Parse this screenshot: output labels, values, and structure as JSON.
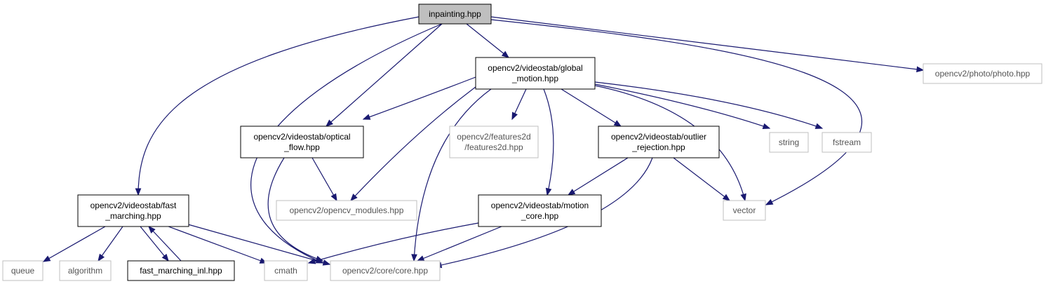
{
  "style": {
    "edge_color": "#191970",
    "root_fill": "#bfbfbf",
    "ext_border": "#bfbfbf",
    "doc_border": "#000000"
  },
  "nodes": [
    {
      "id": "root",
      "kind": "root",
      "lines": [
        "inpainting.hpp"
      ]
    },
    {
      "id": "global",
      "kind": "doc",
      "lines": [
        "opencv2/videostab/global",
        "_motion.hpp"
      ]
    },
    {
      "id": "photo",
      "kind": "ext",
      "lines": [
        "opencv2/photo/photo.hpp"
      ]
    },
    {
      "id": "optical",
      "kind": "doc",
      "lines": [
        "opencv2/videostab/optical",
        "_flow.hpp"
      ]
    },
    {
      "id": "features",
      "kind": "ext",
      "lines": [
        "opencv2/features2d",
        "/features2d.hpp"
      ]
    },
    {
      "id": "outlier",
      "kind": "doc",
      "lines": [
        "opencv2/videostab/outlier",
        "_rejection.hpp"
      ]
    },
    {
      "id": "string",
      "kind": "ext",
      "lines": [
        "string"
      ]
    },
    {
      "id": "fstream",
      "kind": "ext",
      "lines": [
        "fstream"
      ]
    },
    {
      "id": "fast",
      "kind": "doc",
      "lines": [
        "opencv2/videostab/fast",
        "_marching.hpp"
      ]
    },
    {
      "id": "modules",
      "kind": "ext",
      "lines": [
        "opencv2/opencv_modules.hpp"
      ]
    },
    {
      "id": "motioncore",
      "kind": "doc",
      "lines": [
        "opencv2/videostab/motion",
        "_core.hpp"
      ]
    },
    {
      "id": "vector",
      "kind": "ext",
      "lines": [
        "vector"
      ]
    },
    {
      "id": "queue",
      "kind": "ext",
      "lines": [
        "queue"
      ]
    },
    {
      "id": "algorithm",
      "kind": "ext",
      "lines": [
        "algorithm"
      ]
    },
    {
      "id": "fastinl",
      "kind": "doc",
      "lines": [
        "fast_marching_inl.hpp"
      ]
    },
    {
      "id": "cmath",
      "kind": "ext",
      "lines": [
        "cmath"
      ]
    },
    {
      "id": "core",
      "kind": "ext",
      "lines": [
        "opencv2/core/core.hpp"
      ]
    }
  ],
  "edges": [
    {
      "from": "root",
      "to": "global"
    },
    {
      "from": "root",
      "to": "photo"
    },
    {
      "from": "root",
      "to": "optical"
    },
    {
      "from": "root",
      "to": "fast"
    },
    {
      "from": "root",
      "to": "core"
    },
    {
      "from": "root",
      "to": "vector"
    },
    {
      "from": "global",
      "to": "optical"
    },
    {
      "from": "global",
      "to": "features"
    },
    {
      "from": "global",
      "to": "outlier"
    },
    {
      "from": "global",
      "to": "string"
    },
    {
      "from": "global",
      "to": "fstream"
    },
    {
      "from": "global",
      "to": "modules"
    },
    {
      "from": "global",
      "to": "motioncore"
    },
    {
      "from": "global",
      "to": "vector"
    },
    {
      "from": "global",
      "to": "core"
    },
    {
      "from": "optical",
      "to": "modules"
    },
    {
      "from": "optical",
      "to": "core"
    },
    {
      "from": "outlier",
      "to": "motioncore"
    },
    {
      "from": "outlier",
      "to": "vector"
    },
    {
      "from": "outlier",
      "to": "core"
    },
    {
      "from": "motioncore",
      "to": "cmath"
    },
    {
      "from": "motioncore",
      "to": "core"
    },
    {
      "from": "fast",
      "to": "queue"
    },
    {
      "from": "fast",
      "to": "algorithm"
    },
    {
      "from": "fast",
      "to": "fastinl"
    },
    {
      "from": "fastinl",
      "to": "fast"
    },
    {
      "from": "fast",
      "to": "cmath"
    },
    {
      "from": "fast",
      "to": "core"
    }
  ]
}
